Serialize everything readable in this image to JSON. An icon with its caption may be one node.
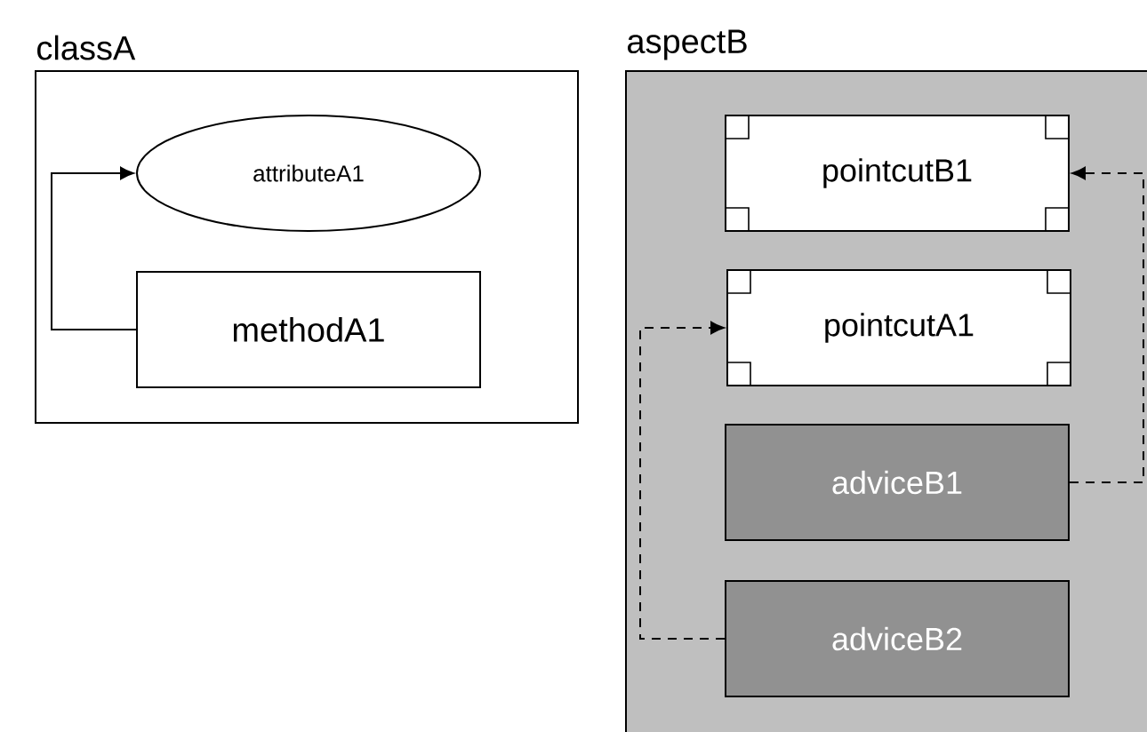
{
  "diagram": {
    "nodes": [
      {
        "text": [
          "classA"
        ]
      },
      {
        "text": [
          "attributeA1"
        ],
        "in": 0
      },
      {
        "text": [
          "methodA1"
        ],
        "in": 0
      },
      {
        "text": [
          "aspectB"
        ]
      },
      {
        "text": [
          "pointcutB1"
        ],
        "in": 3
      },
      {
        "text": [
          "pointcutA1"
        ],
        "in": 3
      },
      {
        "text": [
          "adviceB1"
        ],
        "in": 3
      },
      {
        "text": [
          "adviceB2"
        ],
        "in": 3
      }
    ],
    "edges": [
      {
        "from": 2,
        "to": 1,
        "arrow": "to"
      },
      {
        "from": 6,
        "to": 4,
        "arrow": "to",
        "style": "dashed"
      },
      {
        "from": 7,
        "to": 5,
        "arrow": "to",
        "style": "dashed"
      }
    ]
  }
}
